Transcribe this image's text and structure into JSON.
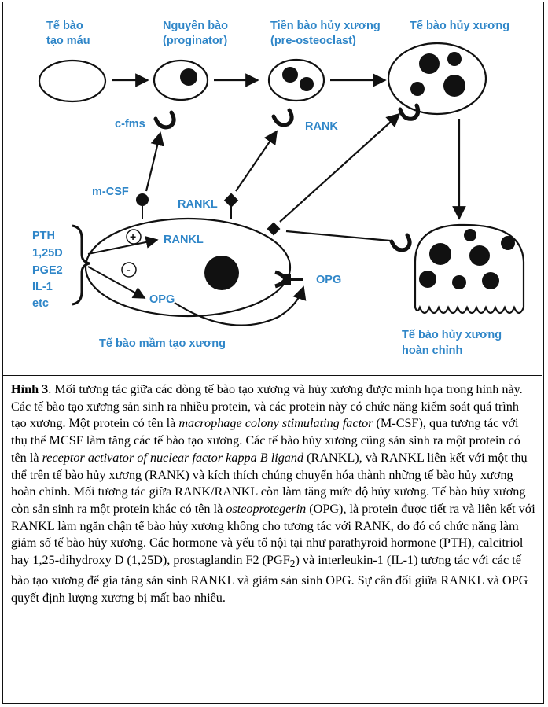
{
  "diagram": {
    "labels": {
      "hematopoietic_cell": [
        "Tế bào",
        "tạo máu"
      ],
      "progenitor": [
        "Nguyên bào",
        "(proginator)"
      ],
      "pre_osteoclast": [
        "Tiền bào hủy xương",
        "(pre-osteoclast)"
      ],
      "osteoclast": "Tế bào hủy xương",
      "mature_osteoclast": [
        "Tế bào hủy xương",
        "hoàn chỉnh"
      ],
      "osteoblast": "Tế bào mầm tạo xương",
      "c_fms": "c-fms",
      "rank_receptor": "RANK",
      "m_csf": "m-CSF",
      "rankl_top": "RANKL",
      "rankl_inner": "RANKL",
      "opg_inner": "OPG",
      "opg_right": "OPG",
      "factors": [
        "PTH",
        "1,25D",
        "PGE2",
        "IL-1",
        "etc"
      ],
      "plus_sign": "+",
      "minus_sign": "-"
    },
    "colors": {
      "label": "#2f86c8",
      "line": "#111111"
    }
  },
  "caption": {
    "figure_label": "Hình 3",
    "s1": ". Mối tương tác giữa các dòng tế bào tạo xương và hủy xương được minh họa trong hình này.  Các tế bào tạo xương sản sinh ra nhiều protein, và các protein này có chức năng kiểm soát quá trình tạo xương.  Một protein có tên là ",
    "i1": "macrophage colony stimulating factor",
    "s2": " (M-CSF), qua tương tác với thụ thể MCSF làm tăng các tế bào tạo xương.  Các tế bào hủy xương cũng sản sinh ra một protein có tên là ",
    "i2": "receptor activator of nuclear factor kappa B ligand",
    "s3": " (RANKL), và RANKL liên kết với một thụ thể trên tế bào hủy xương (RANK) và kích thích chúng chuyển hóa thành những tế bào hủy xương hoàn chỉnh.  Mối tương tác giữa RANK/RANKL còn làm tăng mức độ hủy xương.  Tế bào hủy xương còn sản sinh ra một protein khác có tên là ",
    "i3": "osteoprotegerin",
    "s4": " (OPG), là protein được tiết ra và liên kết với RANKL làm ngăn chận tế bào hủy xương không cho tương tác với RANK, do đó có chức năng làm giảm số tế bào hủy xương.  Các hormone và yếu tố nội tại như parathyroid hormone (PTH), calcitriol hay 1,25-dihydroxy D (1,25D), prostaglandin F2 (PGF",
    "sub": "2",
    "s5": ") và interleukin-1 (IL-1) tương tác với các tế bào tạo xương để gia tăng sản sinh RANKL và giảm sản sinh OPG.  Sự cân đối giữa RANKL và OPG quyết định lượng xương bị mất bao nhiêu."
  }
}
